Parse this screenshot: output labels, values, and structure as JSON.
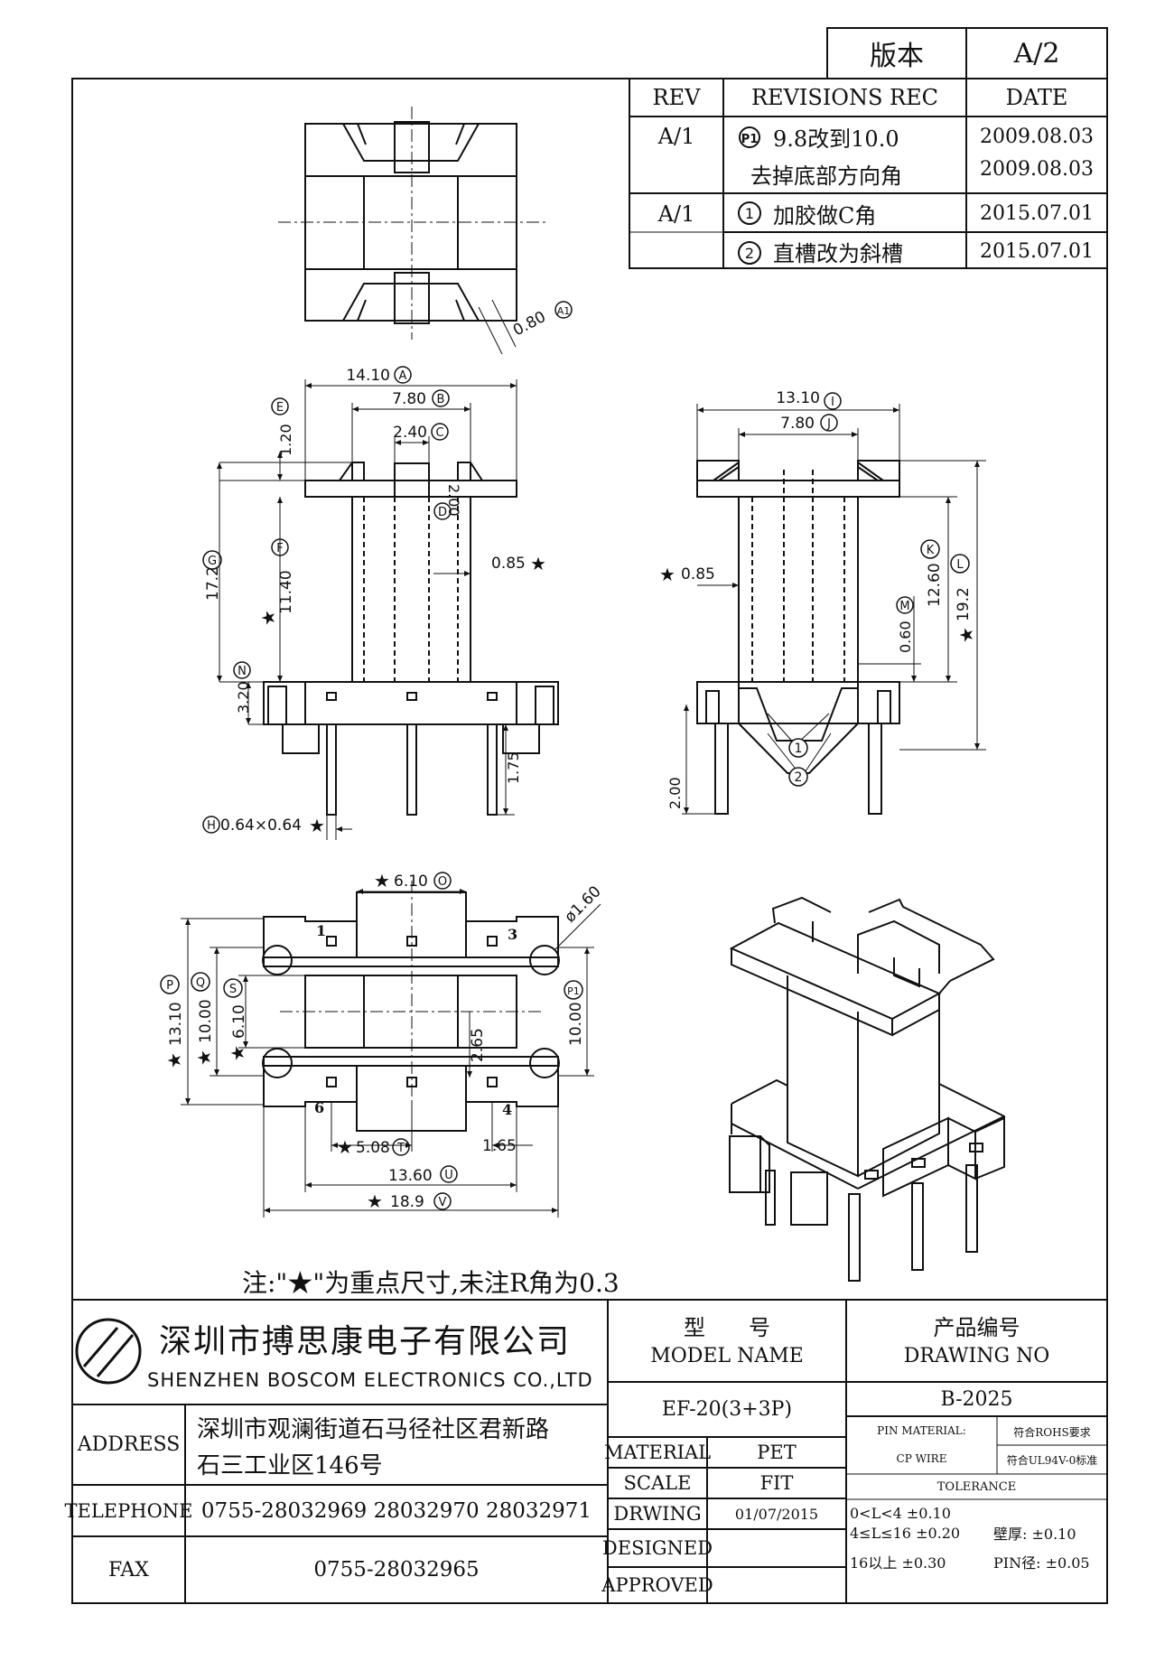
{
  "version_box": {
    "label": "版本",
    "value": "A/2"
  },
  "revisions": {
    "headers": [
      "REV",
      "REVISIONS REC",
      "DATE"
    ],
    "rows": [
      {
        "rev": "A/1",
        "mark": "P1",
        "text": "9.8改到10.0",
        "date": "2009.08.03"
      },
      {
        "rev": "",
        "mark": "",
        "text": "去掉底部方向角",
        "date": "2009.08.03"
      },
      {
        "rev": "A/1",
        "mark": "1",
        "text": "加胶做C角",
        "date": "2015.07.01"
      },
      {
        "rev": "",
        "mark": "2",
        "text": "直槽改为斜槽",
        "date": "2015.07.01"
      }
    ]
  },
  "dimensions": {
    "top_view": {
      "a1": "0.80",
      "a1_tag": "A1"
    },
    "front_view": {
      "a": "14.10",
      "a_tag": "A",
      "b": "7.80",
      "b_tag": "B",
      "c": "2.40",
      "c_tag": "C",
      "d": "2.00",
      "d_tag": "D",
      "e": "1.20",
      "e_tag": "E",
      "f": "11.40",
      "f_tag": "F",
      "g": "17.2",
      "g_tag": "G",
      "n": "3.20",
      "n_tag": "N",
      "wall": "0.85",
      "pin_len": "1.75",
      "h": "0.64×0.64",
      "h_tag": "H"
    },
    "side_view": {
      "i": "13.10",
      "i_tag": "I",
      "j": "7.80",
      "j_tag": "J",
      "k": "12.60",
      "k_tag": "K",
      "l": "19.2",
      "l_tag": "L",
      "m": "0.60",
      "m_tag": "M",
      "wall": "0.85",
      "pin": "2.00",
      "note1": "1",
      "note2": "2"
    },
    "bottom_view": {
      "o": "6.10",
      "o_tag": "O",
      "dia": "ø1.60",
      "p": "13.10",
      "p_tag": "P",
      "q": "10.00",
      "q_tag": "Q",
      "s": "6.10",
      "s_tag": "S",
      "p1": "10.00",
      "p1_tag": "P1",
      "mid": "2.65",
      "t": "5.08",
      "t_tag": "T",
      "pin_off": "1.65",
      "u": "13.60",
      "u_tag": "U",
      "v": "18.9",
      "v_tag": "V",
      "pin1": "1",
      "pin3": "3",
      "pin4": "4",
      "pin6": "6"
    }
  },
  "note": "注:\"★\"为重点尺寸,未注R角为0.3",
  "title_block": {
    "company_cn": "深圳市搏思康电子有限公司",
    "company_en": "SHENZHEN BOSCOM ELECTRONICS CO.,LTD",
    "address_label": "ADDRESS",
    "address_line1": "深圳市观澜街道石马径社区君新路",
    "address_line2": "石三工业区146号",
    "telephone_label": "TELEPHONE",
    "telephone": "0755-28032969 28032970 28032971",
    "fax_label": "FAX",
    "fax": "0755-28032965",
    "model_label_cn": "型　　号",
    "model_label_en": "MODEL NAME",
    "model": "EF-20(3+3P)",
    "drawing_no_label_cn": "产品编号",
    "drawing_no_label_en": "DRAWING NO",
    "drawing_no": "B-2025",
    "material_label": "MATERIAL",
    "material": "PET",
    "scale_label": "SCALE",
    "scale": "FIT",
    "drawing_label": "DRWING",
    "drawing_date": "01/07/2015",
    "designed_label": "DESIGNED",
    "approved_label": "APPROVED",
    "pin_material_label": "PIN MATERIAL:",
    "pin_material": "CP WIRE",
    "rohs": "符合ROHS要求",
    "ul": "符合UL94V-0标准",
    "tolerance_label": "TOLERANCE",
    "tol1": "0<L<4  ±0.10",
    "tol2": "4≤L≤16  ±0.20",
    "tol3": "16以上    ±0.30",
    "wall_tol": "壁厚:  ±0.10",
    "pin_tol": "PIN径: ±0.05"
  }
}
